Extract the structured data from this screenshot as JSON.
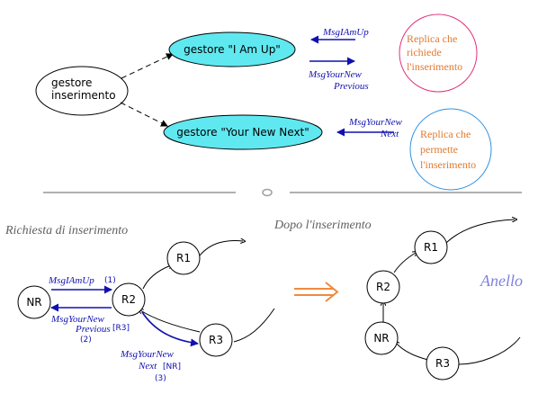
{
  "top": {
    "handler_insert": [
      "gestore",
      "inserimento"
    ],
    "handler_iamup": "gestore \"I Am Up\"",
    "handler_yournext": "gestore \"Your New Next\"",
    "msg_iamup": "MsgIAmUp",
    "msg_yournew_previous": [
      "MsgYourNew",
      "Previous"
    ],
    "msg_yournew_next": [
      "MsgYourNew",
      "Next"
    ],
    "replica_requests": [
      "Replica che",
      "richiede",
      "l'inserimento"
    ],
    "replica_permits": [
      "Replica che",
      "permette",
      "l'inserimento"
    ]
  },
  "bottom_left": {
    "title": "Richiesta di inserimento",
    "nodes": {
      "nr": "NR",
      "r1": "R1",
      "r2": "R2",
      "r3": "R3"
    },
    "msg1": "MsgIAmUp",
    "msg1_num": "(1)",
    "msg2": [
      "MsgYourNew",
      "Previous"
    ],
    "msg2_ref": "[R3]",
    "msg2_num": "(2)",
    "msg3": [
      "MsgYourNew",
      "Next"
    ],
    "msg3_ref": "[NR]",
    "msg3_num": "(3)"
  },
  "bottom_right": {
    "title": "Dopo l'inserimento",
    "nodes": {
      "r1": "R1",
      "r2": "R2",
      "nr": "NR",
      "r3": "R3"
    },
    "ring_label": "Anello"
  },
  "colors": {
    "message_blue": "#1010b0",
    "node_fill_cyan": "#60e8f0",
    "replica_text_orange": "#e07a30",
    "replica_circle_magenta": "#e0307a",
    "replica_circle_blue": "#3090e0",
    "ring_label_purple": "#8080e0",
    "arrow_orange": "#f08a40"
  }
}
